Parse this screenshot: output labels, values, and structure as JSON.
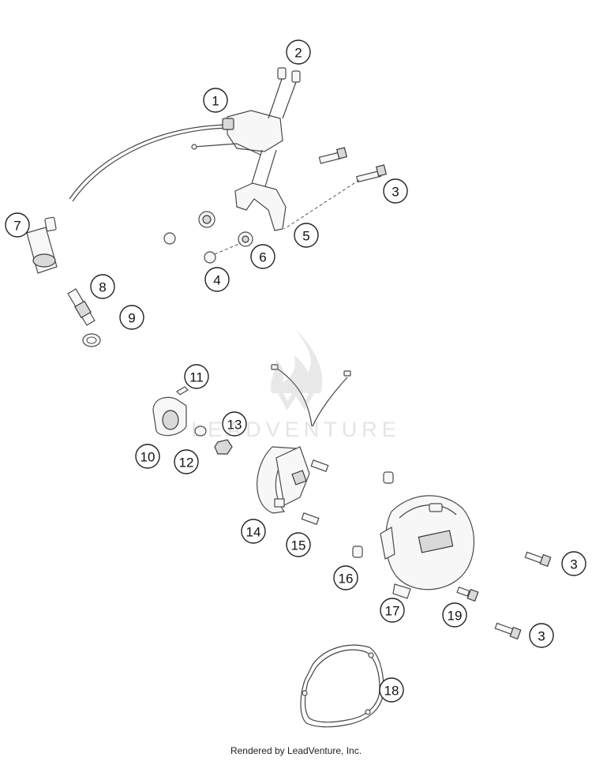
{
  "watermark": {
    "text": "LEADVENTURE"
  },
  "footer": {
    "text": "Rendered by LeadVenture, Inc."
  },
  "callouts": [
    "1",
    "2",
    "3",
    "3",
    "3",
    "4",
    "5",
    "6",
    "7",
    "8",
    "9",
    "10",
    "11",
    "12",
    "13",
    "14",
    "15",
    "16",
    "17",
    "18",
    "19"
  ]
}
